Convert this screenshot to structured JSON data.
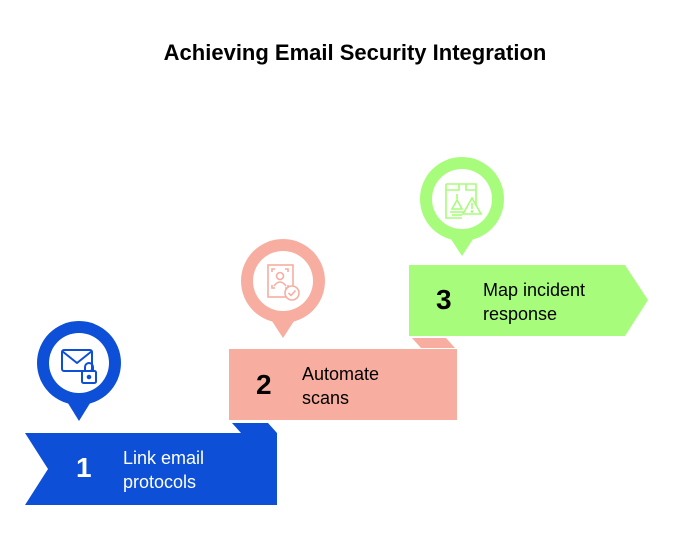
{
  "title": "Achieving Email Security Integration",
  "steps": [
    {
      "number": "1",
      "label_line1": "Link email",
      "label_line2": "protocols",
      "icon": "email-lock-icon",
      "color": "#0d4fd6",
      "text_color": "#ffffff"
    },
    {
      "number": "2",
      "label_line1": "Automate",
      "label_line2": "scans",
      "icon": "face-scan-check-icon",
      "color": "#f7aea0",
      "text_color": "#000000"
    },
    {
      "number": "3",
      "label_line1": "Map incident",
      "label_line2": "response",
      "icon": "incident-alert-icon",
      "color": "#a8fc7c",
      "text_color": "#000000"
    }
  ]
}
